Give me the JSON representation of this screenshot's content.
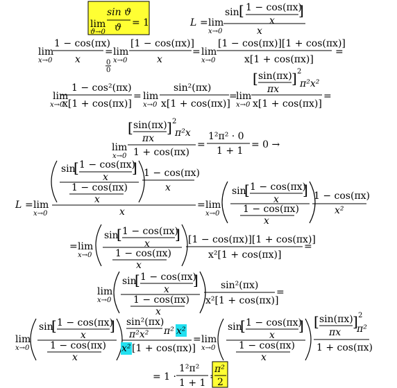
{
  "colors": {
    "text": "#000000",
    "yellow_highlight": "#ffff33",
    "cyan_highlight": "#22e0f0"
  },
  "t": {
    "lim": "lim",
    "sub_theta": "ϑ→0",
    "sub_x": "x→0",
    "sin_theta": "sin ϑ",
    "theta": "ϑ",
    "eq1": "= 1",
    "L": "L",
    "eq": "=",
    "sin": "sin",
    "one_minus_cos": "1 − cos(πx)",
    "x": "x",
    "x2": "x²",
    "one_cos_one_cos": "[1 − cos(πx)][1 + cos(πx)]",
    "x_one_plus_cos": "x[1 + cos(πx)]",
    "x2_one_plus_cos": "x²[1 + cos(πx)]",
    "one_plus_cos": "1 + cos(πx)",
    "one_plus_cos_bracket": "[1 + cos(πx)]",
    "bracket_one_minus_cos": "[1 − cos(πx)]",
    "zero_over_zero_num": "0",
    "zero_over_zero_den": "0",
    "one_minus_cos2": "1 − cos²(πx)",
    "sin2": "sin²(πx)",
    "sin_pix": "sin(πx)",
    "pix": "πx",
    "pi2x2": "π²x²",
    "pi2x": "π²x",
    "pi2": "π²",
    "num_eval": "1²π² · 0",
    "one_plus_one": "1 + 1",
    "eq_zero": "= 0 →",
    "one_dot": "= 1 ·",
    "one2pi2": "1²π²",
    "result_num": "π²",
    "result_den": "2"
  }
}
